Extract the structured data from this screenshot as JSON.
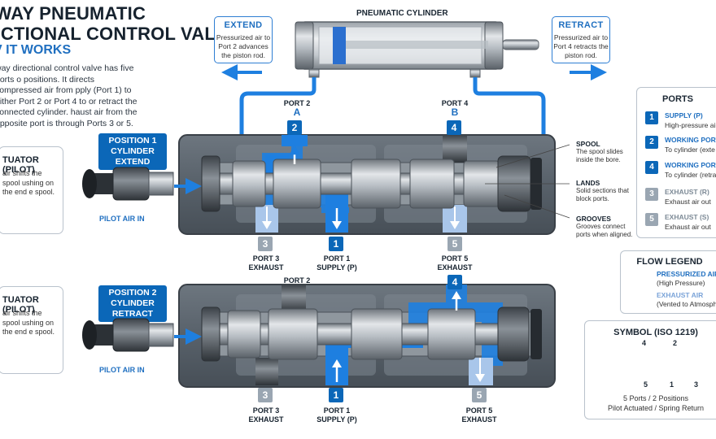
{
  "header": {
    "title_line1": "-WAY PNEUMATIC",
    "title_line2": "ECTIONAL CONTROL VALVE",
    "subtitle": "V IT WORKS",
    "description": "way directional control valve has five ports o positions. It directs compressed air from pply (Port 1) to either Port 2 or Port 4 to or retract the connected cylinder. haust air from the opposite port is through Ports 3 or 5."
  },
  "cylinder": {
    "label": "PNEUMATIC CYLINDER"
  },
  "extend_callout": {
    "title": "EXTEND",
    "text": "Pressurized air to Port 2 advances the piston rod."
  },
  "retract_callout": {
    "title": "RETRACT",
    "text": "Pressurized air to Port 4 retracts the piston rod."
  },
  "position1": {
    "label_line1": "POSITION 1",
    "label_line2": "CYLINDER EXTEND",
    "actuator_title": "TUATOR (PILOT)",
    "actuator_desc": "air shifts the spool ushing on the end e spool.",
    "pilot_label": "PILOT AIR IN",
    "port2_label": "PORT 2",
    "port2_letter": "A",
    "port4_label": "PORT 4",
    "port4_letter": "B",
    "port3_label": "PORT 3",
    "port3_sub": "EXHAUST",
    "port1_label": "PORT 1",
    "port1_sub": "SUPPLY (P)",
    "port5_label": "PORT 5",
    "port5_sub": "EXHAUST"
  },
  "position2": {
    "label_line1": "POSITION 2",
    "label_line2": "CYLINDER RETRACT",
    "actuator_title": "TUATOR (PILOT)",
    "actuator_desc": "air shifts the spool ushing on the end e spool.",
    "pilot_label": "PILOT AIR IN",
    "port2_label": "PORT 2",
    "port3_label": "PORT 3",
    "port3_sub": "EXHAUST",
    "port1_label": "PORT 1",
    "port1_sub": "SUPPLY (P)",
    "port5_label": "PORT 5",
    "port5_sub": "EXHAUST"
  },
  "badges": {
    "p1": "1",
    "p2": "2",
    "p3": "3",
    "p4": "4",
    "p5": "5"
  },
  "parts": {
    "spool_title": "SPOOL",
    "spool_desc": "The spool slides inside the bore.",
    "lands_title": "LANDS",
    "lands_desc": "Solid sections that block ports.",
    "grooves_title": "GROOVES",
    "grooves_desc": "Grooves connect ports when aligned."
  },
  "ports_panel": {
    "title": "PORTS",
    "items": [
      {
        "num": "1",
        "name": "SUPPLY (P)",
        "desc": "High-pressure ai"
      },
      {
        "num": "2",
        "name": "WORKING PORT",
        "desc": "To cylinder (exte"
      },
      {
        "num": "4",
        "name": "WORKING PORT",
        "desc": "To cylinder (retra"
      },
      {
        "num": "3",
        "name": "EXHAUST (R)",
        "desc": "Exhaust air out"
      },
      {
        "num": "5",
        "name": "EXHAUST (S)",
        "desc": "Exhaust air out"
      }
    ]
  },
  "legend": {
    "title": "FLOW LEGEND",
    "pressurized_title": "PRESSURIZED AIR",
    "pressurized_desc": "(High Pressure)",
    "exhaust_title": "EXHAUST AIR",
    "exhaust_desc": "(Vented to Atmosphe"
  },
  "symbol": {
    "title": "SYMBOL (ISO 1219)",
    "top_port_4": "4",
    "top_port_2": "2",
    "bottom_port_5": "5",
    "bottom_port_1": "1",
    "bottom_port_3": "3",
    "caption_line1": "5 Ports / 2 Positions",
    "caption_line2": "Pilot Actuated / Spring Return"
  },
  "colors": {
    "pressure_blue": "#1e7fe0",
    "exhaust_blue": "#a9c6ea",
    "brand_blue": "#0b67b8",
    "grey_badge": "#9aa6b2",
    "body_grey": "#5c6670"
  }
}
